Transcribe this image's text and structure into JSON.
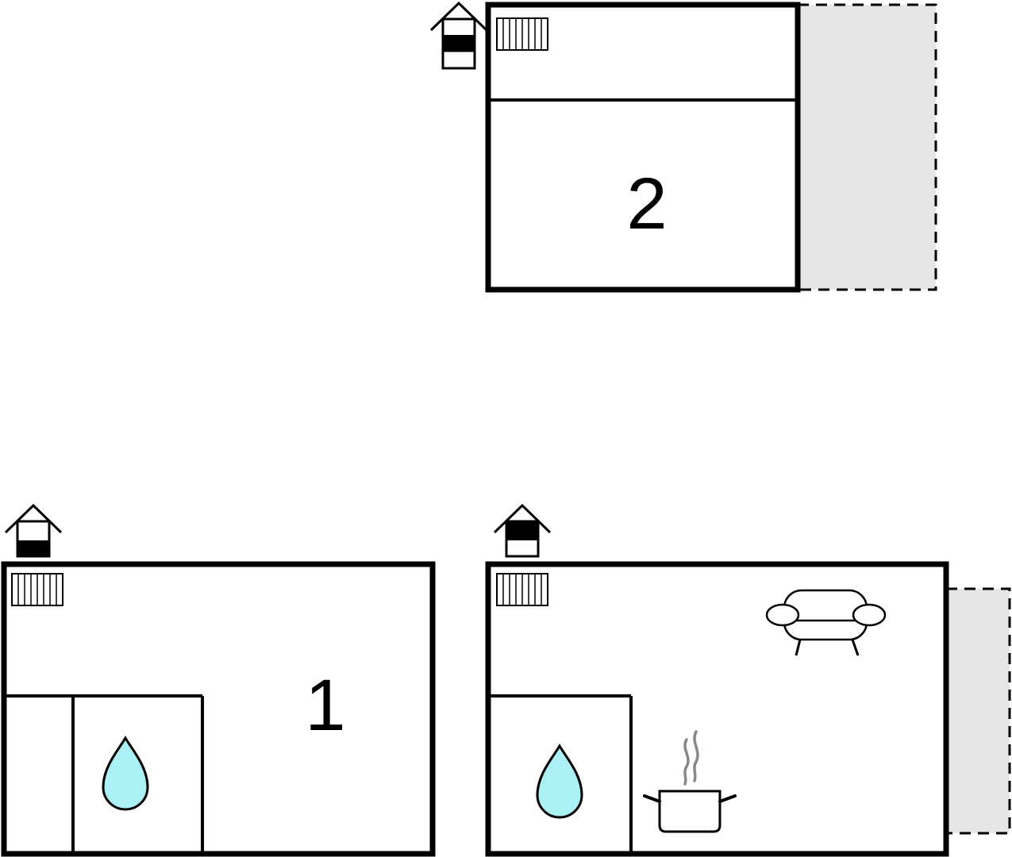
{
  "floorplan": {
    "upper_floor": {
      "room_number": "2",
      "icons": [
        "floor-level-icon",
        "radiator-icon",
        "roof-terrace"
      ]
    },
    "ground_floor_unit_1": {
      "room_number": "1",
      "icons": [
        "floor-level-icon",
        "radiator-icon",
        "water-drop-icon"
      ]
    },
    "ground_floor_unit_2": {
      "room_number": "",
      "icons": [
        "floor-level-icon",
        "radiator-icon",
        "sofa-icon",
        "cooking-pot-icon",
        "water-drop-icon",
        "terrace"
      ]
    }
  },
  "colors": {
    "wall": "#000000",
    "terrace_fill": "#e6e6e6",
    "water": "#aaf0f4",
    "steam": "#888888",
    "background": "#ffffff"
  }
}
